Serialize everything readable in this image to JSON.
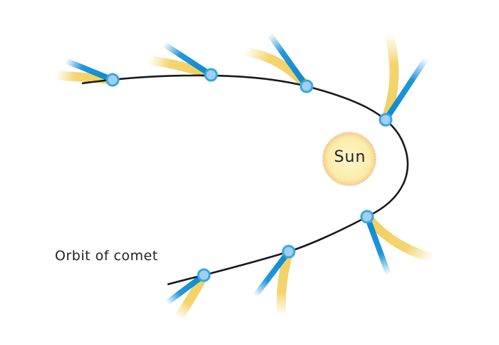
{
  "labels": {
    "orbit": "Orbit of comet",
    "sun": "Sun"
  },
  "colors": {
    "orbit_line": "#1a1a1a",
    "ion_tail": "#0a8ad4",
    "dust_tail": "#f2d060",
    "comet_nucleus": "#9fd0f2",
    "comet_nucleus_outline": "#3aa6e0",
    "sun_fill": "#fbeeb0",
    "sun_rim": "#f5c98a"
  },
  "comet_count": 7
}
